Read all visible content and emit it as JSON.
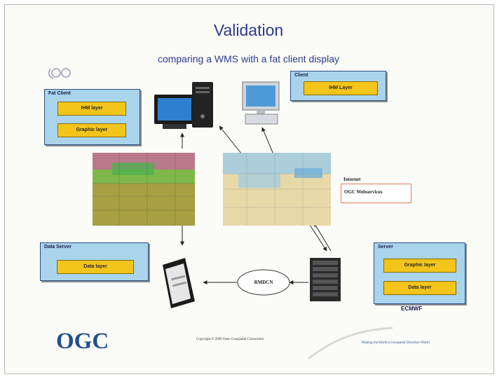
{
  "title": "Validation",
  "subtitle": "comparing a WMS with a fat client display",
  "boxes": {
    "fat_client": {
      "title": "Fat Client",
      "layers": [
        "IHM layer",
        "Graphic layer"
      ]
    },
    "client": {
      "title": "Client",
      "layers": [
        "IHM Layer"
      ]
    },
    "data_server": {
      "title": "Data Server",
      "layers": [
        "Data layer"
      ]
    },
    "server": {
      "title": "Server",
      "layers": [
        "Graphic layer",
        "Data layer"
      ]
    }
  },
  "labels": {
    "internet": "Internet",
    "ogc_webservices": "OGC Webservices",
    "rmdcn": "RMDCN",
    "ecmwf": "ECMWF"
  },
  "footer": {
    "logo": "OGC",
    "copyright": "Copyright © 2009 Open Geospatial Consortium",
    "tagline": "Making the World a Geospatial\nDirection-World"
  },
  "icons": {
    "corner": "ogc-swirl-icon",
    "fat_client_computer": "desktop-computer-icon",
    "client_computer": "monitor-icon",
    "data_server": "storage-server-icon",
    "server": "server-rack-icon"
  },
  "colors": {
    "title": "#2a3a8c",
    "box_fill": "#a9d4ec",
    "layer_fill": "#f3c51a",
    "ws_border": "#e17b5a",
    "logo": "#1f4f8f"
  }
}
